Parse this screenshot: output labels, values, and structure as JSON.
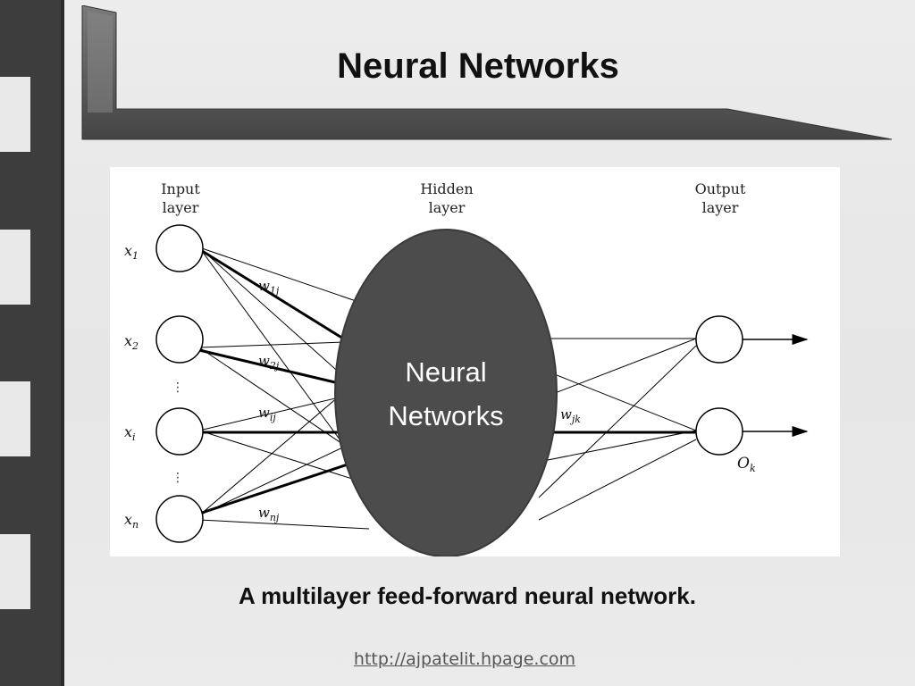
{
  "slide": {
    "title": "Neural Networks",
    "caption": "A multilayer feed-forward neural network.",
    "footer_link": "http://ajpatelit.hpage.com"
  },
  "diagram": {
    "layers": {
      "input": [
        "Input",
        "layer"
      ],
      "hidden": [
        "Hidden",
        "layer"
      ],
      "output": [
        "Output",
        "layer"
      ]
    },
    "center_label": [
      "Neural",
      "Networks"
    ],
    "inputs": [
      {
        "base": "x",
        "sub": "1"
      },
      {
        "base": "x",
        "sub": "2"
      },
      {
        "base": "x",
        "sub": "i"
      },
      {
        "base": "x",
        "sub": "n"
      }
    ],
    "weights": [
      {
        "base": "w",
        "sub": "1j"
      },
      {
        "base": "w",
        "sub": "2j"
      },
      {
        "base": "w",
        "sub": "ij"
      },
      {
        "base": "w",
        "sub": "nj"
      },
      {
        "base": "w",
        "sub": "jk"
      }
    ],
    "output_label": {
      "base": "O",
      "sub": "k"
    },
    "ellipsis": "⋮"
  },
  "colors": {
    "filmstrip": "#3d3d3d",
    "hidden_ellipse": "#4c4c4c",
    "bracket": "#5a5a5a"
  }
}
